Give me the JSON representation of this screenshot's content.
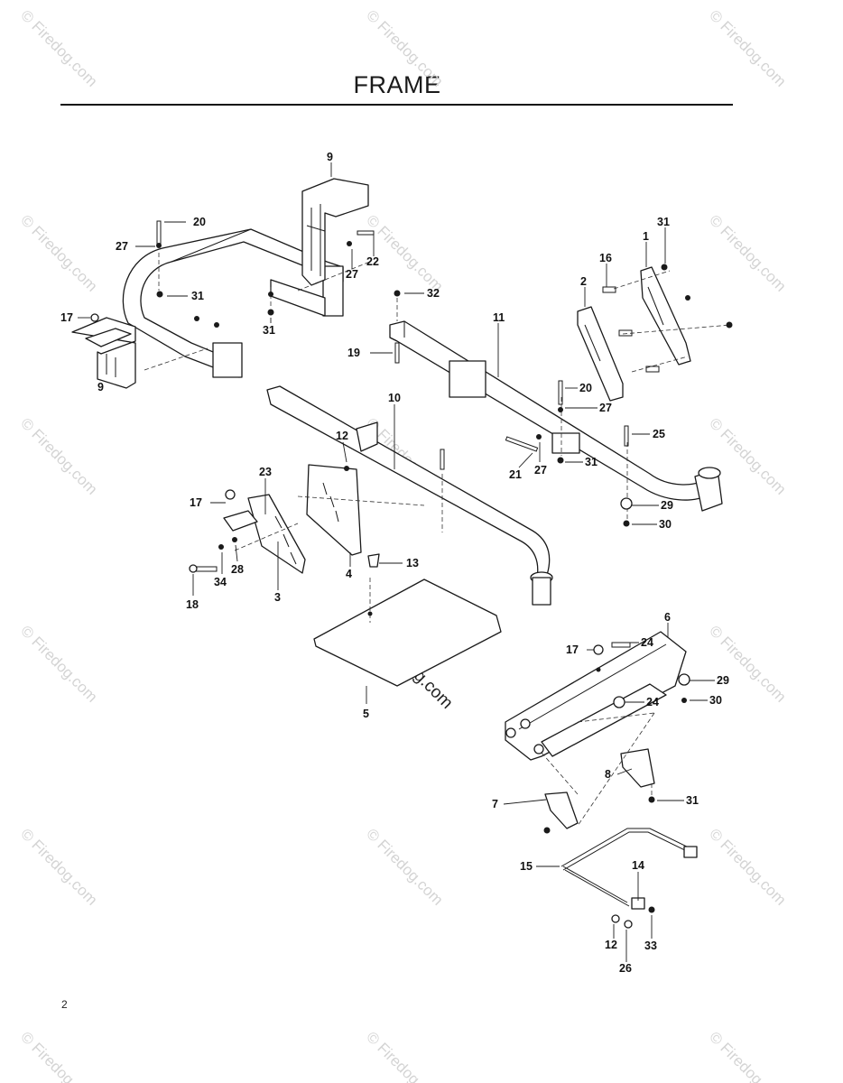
{
  "title": "FRAME",
  "page_number": "2",
  "watermark": {
    "text": "© Firedog.com"
  },
  "callouts": {
    "c1": "1",
    "c2": "2",
    "c3": "3",
    "c4": "4",
    "c5": "5",
    "c6": "6",
    "c7": "7",
    "c8": "8",
    "c9a": "9",
    "c9b": "9",
    "c10": "10",
    "c11": "11",
    "c12a": "12",
    "c12b": "12",
    "c13": "13",
    "c14": "14",
    "c15": "15",
    "c16": "16",
    "c17a": "17",
    "c17b": "17",
    "c17c": "17",
    "c18": "18",
    "c19": "19",
    "c20a": "20",
    "c20b": "20",
    "c21": "21",
    "c22": "22",
    "c23": "23",
    "c24a": "24",
    "c24b": "24",
    "c25": "25",
    "c26": "26",
    "c27a": "27",
    "c27b": "27",
    "c27c": "27",
    "c27d": "27",
    "c28": "28",
    "c29a": "29",
    "c29b": "29",
    "c30a": "30",
    "c30b": "30",
    "c31a": "31",
    "c31b": "31",
    "c31c": "31",
    "c31d": "31",
    "c31e": "31",
    "c32": "32",
    "c33": "33",
    "c34": "34"
  }
}
